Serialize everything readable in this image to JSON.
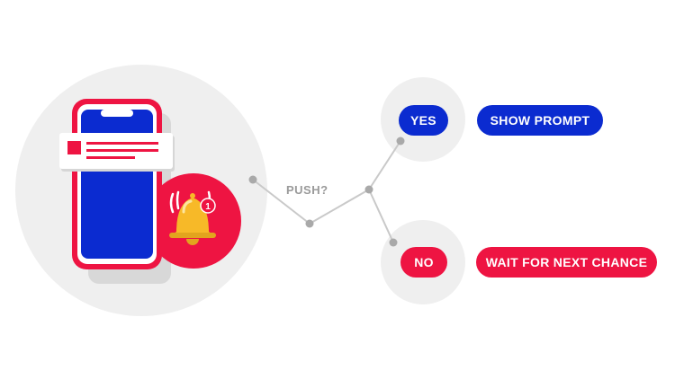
{
  "push_label": "PUSH?",
  "options": {
    "yes": {
      "label": "YES",
      "action": "SHOW PROMPT"
    },
    "no": {
      "label": "NO",
      "action": "WAIT FOR NEXT CHANCE"
    }
  },
  "notification_badge": "1",
  "colors": {
    "blue": "#0b2bd0",
    "red": "#ee1442",
    "light_gray": "#efefef",
    "connector": "#c9c9c9",
    "node": "#a9a9a9",
    "bell": "#f7b928"
  }
}
